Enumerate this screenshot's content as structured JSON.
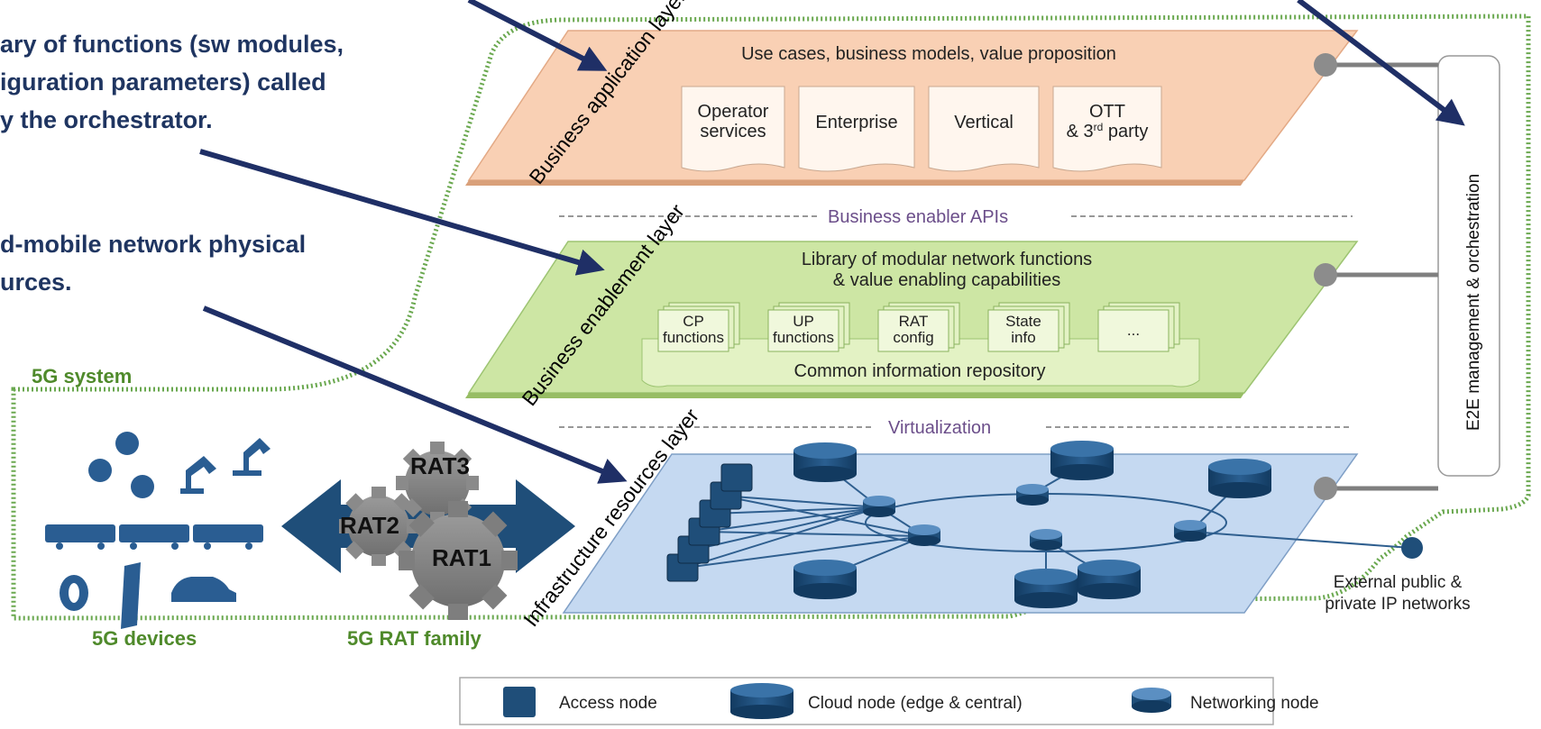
{
  "callouts": {
    "line1a": "ary of functions (sw modules,",
    "line1b": "iguration parameters) called",
    "line1c": "y the orchestrator.",
    "line2a": "d-mobile network physical",
    "line2b": "urces."
  },
  "layers": {
    "business_application": "Business application layer",
    "business_enablement": "Business enablement layer",
    "infrastructure": "Infrastructure resources layer"
  },
  "app_layer": {
    "heading": "Use cases, business models, value proposition",
    "cards": [
      {
        "line1": "Operator",
        "line2": "services"
      },
      {
        "line1": "Enterprise",
        "line2": ""
      },
      {
        "line1": "Vertical",
        "line2": ""
      },
      {
        "line1": "OTT",
        "line2_pre": "& 3",
        "line2_sup": "rd",
        "line2_post": " party"
      }
    ]
  },
  "separators": {
    "apis": "Business enabler APIs",
    "virtualization": "Virtualization"
  },
  "enable_layer": {
    "heading_line1": "Library of modular network functions",
    "heading_line2": "& value enabling  capabilities",
    "stacks": [
      {
        "line1": "CP",
        "line2": "functions"
      },
      {
        "line1": "UP",
        "line2": "functions"
      },
      {
        "line1": "RAT",
        "line2": "config"
      },
      {
        "line1": "State",
        "line2": "info"
      },
      {
        "line1": "...",
        "line2": ""
      }
    ],
    "repository": "Common information repository"
  },
  "orchestration": "E2E management & orchestration",
  "system": {
    "label": "5G system",
    "devices": "5G devices",
    "rat_family": "5G RAT family",
    "rats": [
      "RAT3",
      "RAT2",
      "RAT1"
    ]
  },
  "external": {
    "line1": "External public &",
    "line2": "private IP networks"
  },
  "legend": {
    "access": "Access node",
    "cloud": "Cloud node (edge & central)",
    "networking": "Networking node"
  },
  "colors": {
    "app_layer": "#f9d0b4",
    "enable_layer": "#cde6a4",
    "infra_layer": "#c5d9f1",
    "node_blue": "#1f4e79",
    "arrow_navy": "#1f2f66",
    "system_green": "#6aa84f"
  }
}
